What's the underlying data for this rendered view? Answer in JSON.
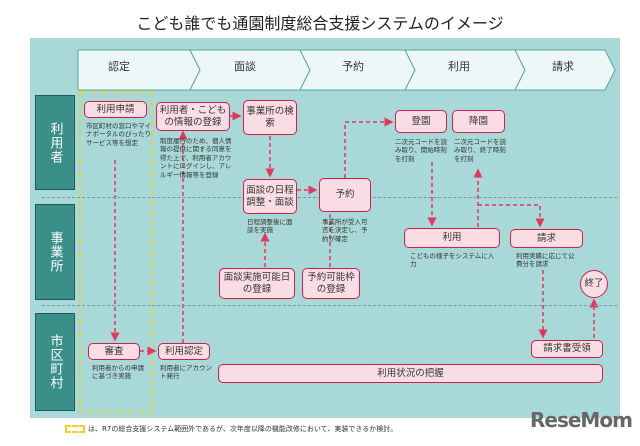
{
  "title": "こども誰でも通園制度総合支援システムのイメージ",
  "phases": [
    "認定",
    "面談",
    "予約",
    "利用",
    "請求"
  ],
  "lanes": [
    "利用者",
    "事業所",
    "市区町村"
  ],
  "boxes": {
    "apply": "利用申請",
    "register_info": "利用者・こどもの情報の登録",
    "search": "事業所の検索",
    "interview": "面談の日程調整・面談",
    "reserve": "予約",
    "arrive": "登園",
    "leave": "降園",
    "use": "利用",
    "bill": "請求",
    "end": "終了",
    "interview_slots": "面談実施可能日の登録",
    "reserve_slots": "予約可能枠の登録",
    "review": "審査",
    "certify": "利用認定",
    "receive_bill": "請求書受領",
    "monitor": "利用状況の把握"
  },
  "notes": {
    "apply": "市区町村の窓口やマイナポータルのぴったりサービス等を想定",
    "register_info": "制度履行のため、個人情報の提供に関する同意を得た上で、利用者アカウントにログインし、アレルギー情報等を登録",
    "interview": "日程調整後に面談を実施",
    "reserve": "事業所が受入可否を決定し、予約が確定",
    "arrive": "二次元コードを読み取り、開始時刻を打刻",
    "leave": "二次元コードを読み取り、終了時刻を打刻",
    "use": "こどもの様子をシステムに入力",
    "bill": "利用実績に応じて公費分を請求",
    "review": "利用者からの申請に基づき実施",
    "certify": "利用者にアカウント発行"
  },
  "legend": "は、R7の総合支援システム範囲外であるが、次年度以降の機能改修において、実装できるか検討。",
  "logo": "ReseMom",
  "colors": {
    "panel": "#a8d8d8",
    "lane": "#3a8f89",
    "box_fill": "#fadde4",
    "box_border": "#c8244c",
    "arrow": "#e0385e",
    "yellow": "#f0d020"
  }
}
